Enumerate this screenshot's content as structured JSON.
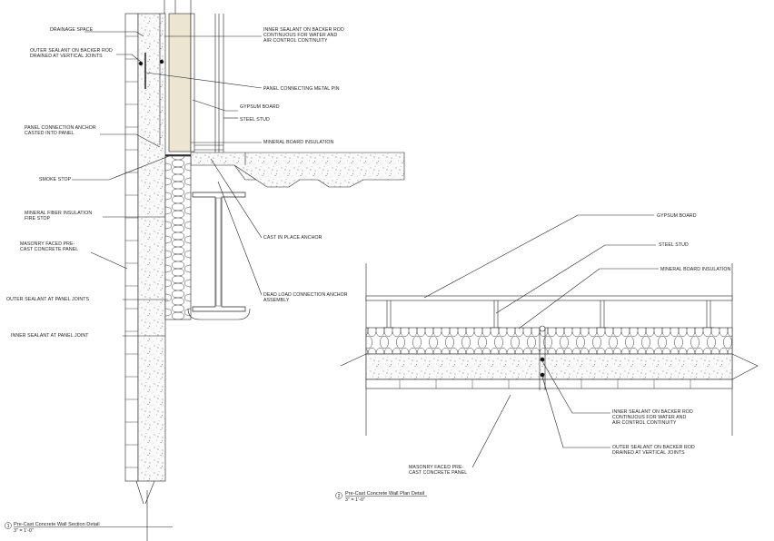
{
  "section_detail": {
    "labels_left": {
      "drainage_space": "DRAINAGE SPACE",
      "outer_sealant_vertical_1": "OUTER SEALANT ON BACKER ROD",
      "outer_sealant_vertical_2": "DRAINED AT VERTICAL JOINTS",
      "panel_anchor_1": "PANEL CONNECTION ANCHOR",
      "panel_anchor_2": "CASTED INTO PANEL",
      "smoke_stop": "SMOKE STOP",
      "mineral_fiber_1": "MINERAL FIBER INSULATION",
      "mineral_fiber_2": "FIRE STOP",
      "masonry_panel_1": "MASONRY FACED PRE-",
      "masonry_panel_2": "CAST CONCRETE PANEL",
      "outer_sealant_panel": "OUTER SEALANT AT PANEL JOINTS",
      "inner_sealant_panel": "INNER SEALANT AT PANEL JOINT"
    },
    "labels_right": {
      "inner_sealant_1": "INNER SEALANT ON BACKER ROD",
      "inner_sealant_2": "CONTINUOUS FOR WATER AND",
      "inner_sealant_3": "AIR CONTROL CONTINUITY",
      "metal_pin": "PANEL CONNECTING METAL PIN",
      "gypsum_board": "GYPSUM BOARD",
      "steel_stud": "STEEL STUD",
      "mineral_board": "MINERAL BOARD INSULATION",
      "cast_anchor": "CAST IN PLACE ANCHOR",
      "dead_load_1": "DEAD LOAD CONNECTION ANCHOR",
      "dead_load_2": "ASSEMBLY"
    },
    "title": {
      "number": "1",
      "name": "Pre-Cast Concrete Wall Section Detail",
      "scale": "3\" = 1'-0\""
    }
  },
  "plan_detail": {
    "labels": {
      "gypsum_board": "GYPSUM BOARD",
      "steel_stud": "STEEL STUD",
      "mineral_board": "MINERAL BOARD INSULATION",
      "inner_sealant_1": "INNER SEALANT ON BACKER ROD",
      "inner_sealant_2": "CONTINUOUS FOR WATER AND",
      "inner_sealant_3": "AIR CONTROL CONTINUITY",
      "outer_sealant_1": "OUTER SEALANT ON BACKER ROD",
      "outer_sealant_2": "DRAINED AT VERTICAL JOINTS",
      "masonry_1": "MASONRY FACED PRE-",
      "masonry_2": "CAST CONCRETE PANEL"
    },
    "title": {
      "number": "2",
      "name": "Pre-Cast Concrete Wall Plan Detail",
      "scale": "3\" = 1'-0\""
    }
  },
  "colors": {
    "linework": "#222222",
    "concrete": "#f7f7f7",
    "mineral_board": "#ece5d2",
    "background": "#ffffff"
  }
}
